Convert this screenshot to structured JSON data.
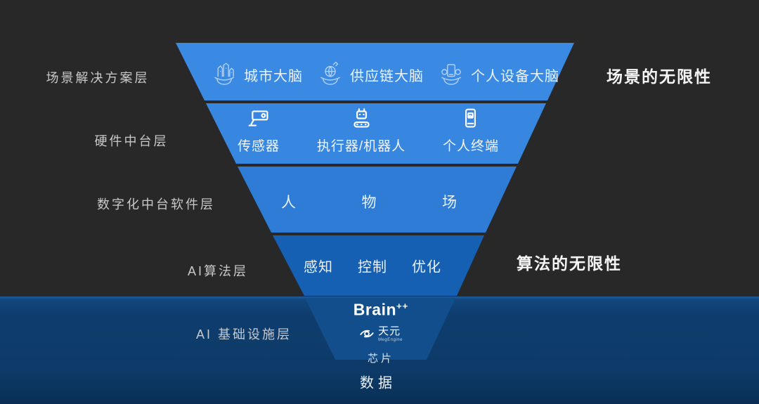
{
  "diagram": {
    "kind": "inverted-pyramid-funnel",
    "left_layer_labels": [
      {
        "label": "场景解决方案层"
      },
      {
        "label": "硬件中台层"
      },
      {
        "label": "数字化中台软件层"
      },
      {
        "label": "AI算法层"
      },
      {
        "label": "AI 基础设施层"
      }
    ],
    "right_notes": [
      {
        "label": "场景的无限性"
      },
      {
        "label": "算法的无限性"
      }
    ],
    "funnel": {
      "scenario_row": {
        "items": [
          {
            "icon": "city-brain-icon",
            "label": "城市大脑"
          },
          {
            "icon": "supply-chain-brain-icon",
            "label": "供应链大脑"
          },
          {
            "icon": "personal-device-brain-icon",
            "label": "个人设备大脑"
          }
        ]
      },
      "hardware_row": {
        "items": [
          {
            "icon": "sensor-camera-icon",
            "label": "传感器"
          },
          {
            "icon": "robot-icon",
            "label": "执行器/机器人"
          },
          {
            "icon": "smartphone-icon",
            "label": "个人终端"
          }
        ]
      },
      "software_row": {
        "items": [
          {
            "label": "人"
          },
          {
            "label": "物"
          },
          {
            "label": "场"
          }
        ]
      },
      "algorithm_row": {
        "items": [
          {
            "label": "感知"
          },
          {
            "label": "控制"
          },
          {
            "label": "优化"
          }
        ]
      },
      "infra_row": {
        "brand": "Brain",
        "brand_sup": "++",
        "engine_name": "天元",
        "engine_sub": "MegEngine",
        "chip_label": "芯片"
      }
    },
    "bottom": {
      "data_label": "数据"
    },
    "colors": {
      "background_top": "#282828",
      "background_bottom_navy": "#0d3a68",
      "band_scenario": "#3a8ae4",
      "band_hardware": "#3786e0",
      "band_software": "#2e7cd6",
      "band_algorithm": "#1660b4",
      "band_infrastructure": "#124e8c",
      "layer_label_text": "#c9c9c9",
      "funnel_text": "#ffffff"
    }
  }
}
